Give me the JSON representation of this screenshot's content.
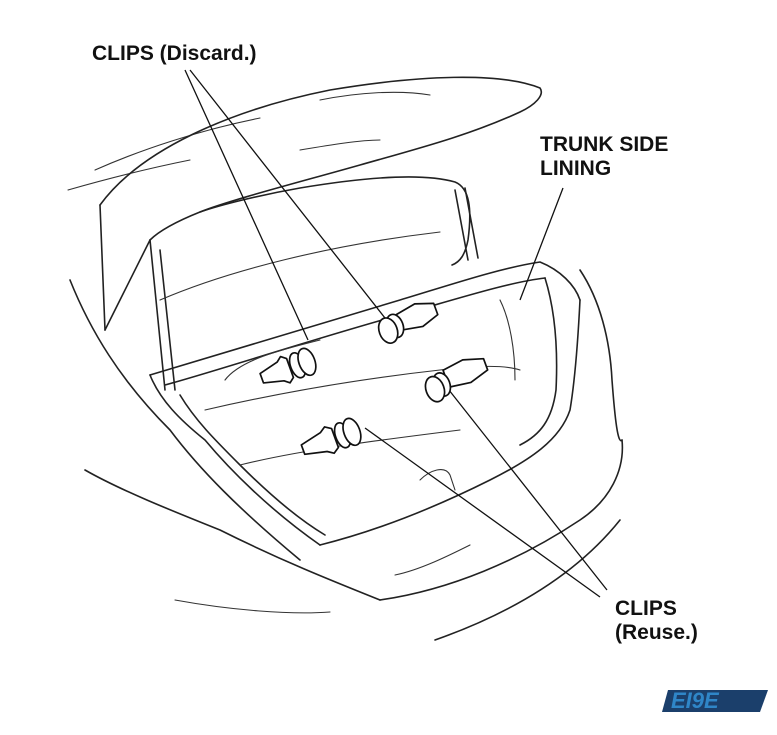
{
  "labels": {
    "clips_discard": "CLIPS (Discard.)",
    "trunk_side_lining_line1": "TRUNK SIDE",
    "trunk_side_lining_line2": "LINING",
    "clips_reuse_line1": "CLIPS",
    "clips_reuse_line2": "(Reuse.)"
  },
  "watermark": {
    "text": "EI9E",
    "colors": {
      "primary": "#2f86c8",
      "dark": "#1b3f6b"
    }
  }
}
